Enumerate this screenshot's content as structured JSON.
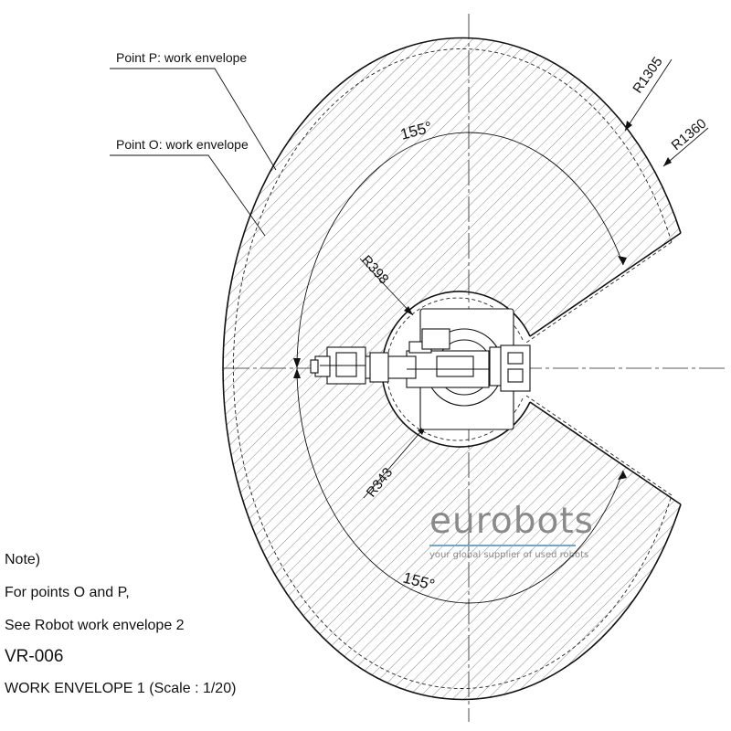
{
  "callouts": {
    "point_p": "Point P: work envelope",
    "point_o": "Point O: work envelope"
  },
  "dimensions": {
    "r1305": "R1305",
    "r1360": "R1360",
    "r398": "R398",
    "r343": "R343",
    "angle_top": "155°",
    "angle_bottom": "155°"
  },
  "watermark": {
    "name": "eurobots",
    "tagline": "your global supplier of used robots",
    "color": "#8a8a8a",
    "accent": "#6fa8c8"
  },
  "notes": {
    "line1": "Note)",
    "line2": "For points O and P,",
    "line3": "See Robot work envelope 2",
    "model": "VR-006",
    "title": "WORK ENVELOPE 1 (Scale : 1/20)"
  }
}
